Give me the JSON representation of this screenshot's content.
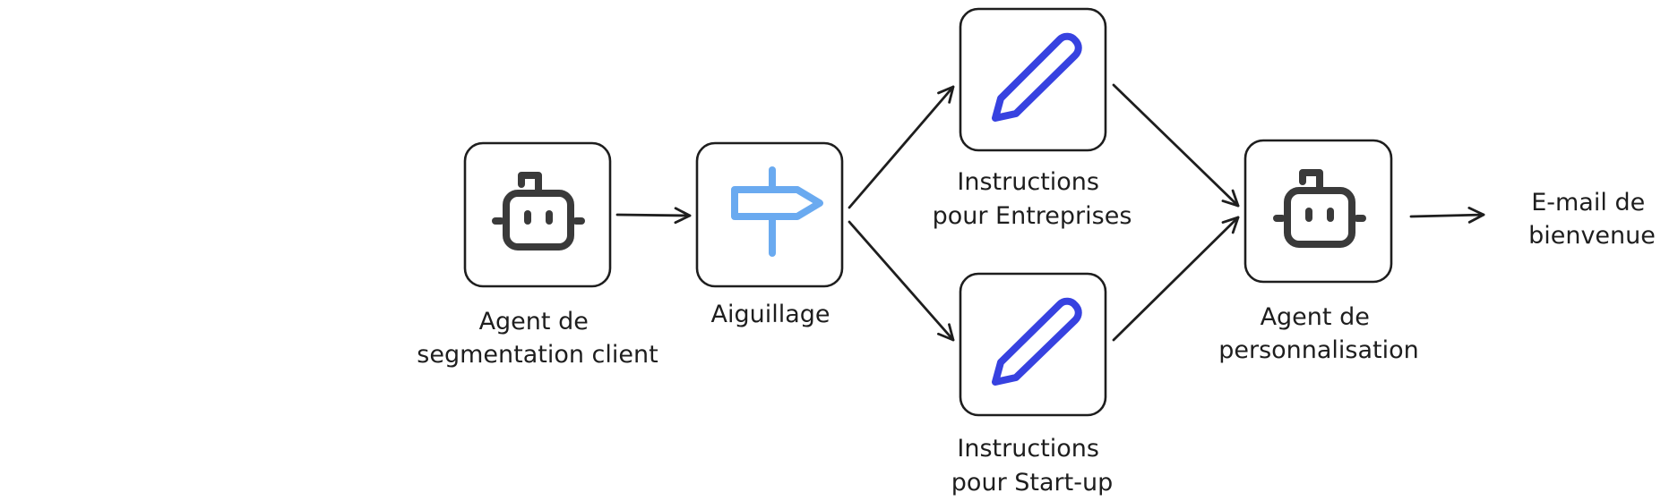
{
  "nodes": {
    "segmentation": {
      "label_lines": [
        "Agent de",
        "segmentation client"
      ],
      "icon": "robot-icon"
    },
    "routing": {
      "label_lines": [
        "Aiguillage"
      ],
      "icon": "signpost-icon"
    },
    "instructions_enterprises": {
      "label_lines": [
        "Instructions",
        "pour Entreprises"
      ],
      "icon": "pencil-icon"
    },
    "instructions_startup": {
      "label_lines": [
        "Instructions",
        "pour Start-up"
      ],
      "icon": "pencil-icon"
    },
    "personalization": {
      "label_lines": [
        "Agent de",
        "personnalisation"
      ],
      "icon": "robot-icon"
    },
    "output": {
      "label_lines": [
        "E-mail de",
        "bienvenue"
      ]
    }
  },
  "colors": {
    "stroke": "#1e1e1e",
    "robot": "#3a3a3a",
    "pencil": "#3742e0",
    "signpost": "#6aaaf0"
  }
}
